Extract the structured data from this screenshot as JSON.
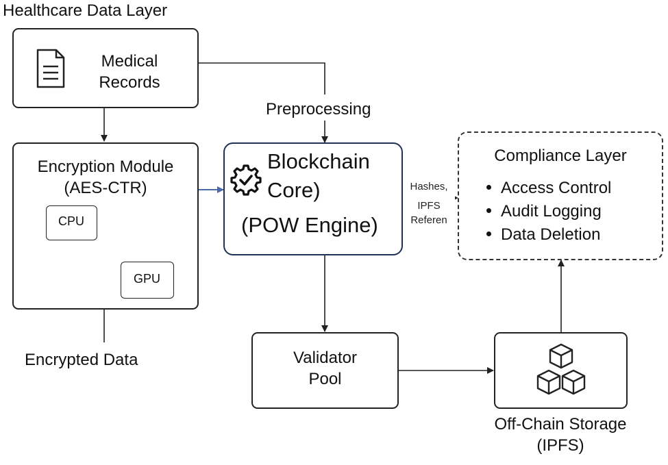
{
  "diagram": {
    "title": "Healthcare Data Layer",
    "nodes": {
      "medical_records": {
        "line1": "Medical",
        "line2": "Records",
        "icon": "document-icon"
      },
      "encryption": {
        "line1": "Encryption Module",
        "line2": "(AES-CTR)",
        "cpu": "CPU",
        "gpu": "GPU"
      },
      "blockchain": {
        "line1": "Blockchain",
        "line2": "Core)",
        "line3": "(POW Engine)",
        "icon": "gear-check-icon"
      },
      "compliance": {
        "title": "Compliance Layer",
        "items": [
          "Access Control",
          "Audit Logging",
          "Data Deletion"
        ]
      },
      "validator": {
        "line1": "Validator",
        "line2": "Pool"
      },
      "storage": {
        "line1": "Off-Chain Storage",
        "line2": "(IPFS)",
        "icon": "cubes-icon"
      }
    },
    "edge_labels": {
      "preprocessing": "Preprocessing",
      "encrypted_data": "Encrypted Data",
      "hashes_line1": "Hashes,",
      "hashes_line2": "IPFS",
      "hashes_line3": "Referen"
    },
    "colors": {
      "core_border": "#1f2f55",
      "core_arrow": "#4a6aa8"
    }
  }
}
